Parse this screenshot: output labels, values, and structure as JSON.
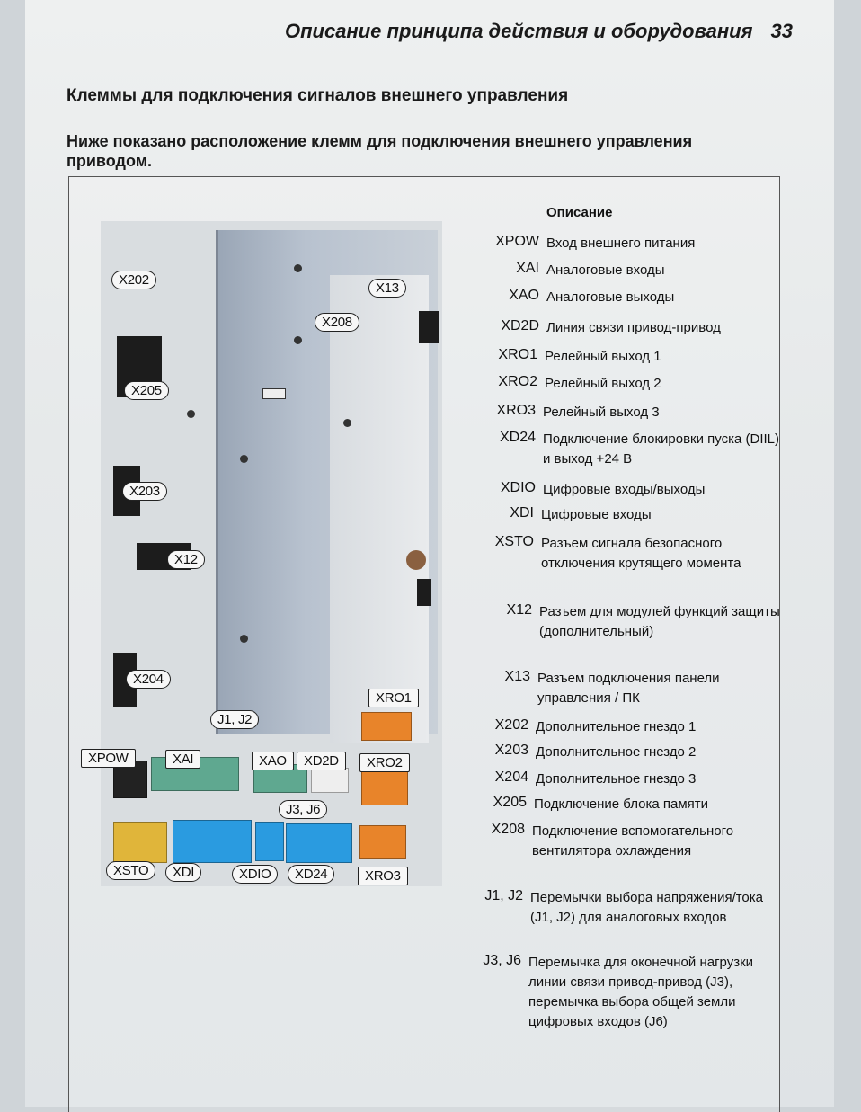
{
  "header": {
    "title": "Описание принципа действия и оборудования",
    "page_number": "33"
  },
  "section_title": "Клеммы для подключения сигналов внешнего управления",
  "intro": "Ниже показано расположение клемм для подключения внешнего управления приводом.",
  "table": {
    "heading": "Описание",
    "rows": [
      {
        "code": "XPOW",
        "text": "Вход внешнего питания"
      },
      {
        "code": "XAI",
        "text": "Аналоговые входы"
      },
      {
        "code": "XAO",
        "text": "Аналоговые выходы"
      },
      {
        "code": "XD2D",
        "text": "Линия связи привод-привод"
      },
      {
        "code": "XRO1",
        "text": "Релейный выход 1"
      },
      {
        "code": "XRO2",
        "text": "Релейный выход 2"
      },
      {
        "code": "XRO3",
        "text": "Релейный выход 3"
      },
      {
        "code": "XD24",
        "text": "Подключение блокировки пуска (DIIL) и выход +24 В"
      },
      {
        "code": "XDIO",
        "text": "Цифровые входы/выходы"
      },
      {
        "code": "XDI",
        "text": "Цифровые входы"
      },
      {
        "code": "XSTO",
        "text": "Разъем сигнала безопасного отключения крутящего момента"
      },
      {
        "code": "X12",
        "text": "Разъем для модулей функций защиты (дополнительный)"
      },
      {
        "code": "X13",
        "text": "Разъем подключения панели управления / ПК"
      },
      {
        "code": "X202",
        "text": "Дополнительное гнездо 1"
      },
      {
        "code": "X203",
        "text": "Дополнительное гнездо 2"
      },
      {
        "code": "X204",
        "text": "Дополнительное гнездо 3"
      },
      {
        "code": "X205",
        "text": "Подключение блока памяти"
      },
      {
        "code": "X208",
        "text": "Подключение вспомогательного вентилятора охлаждения"
      },
      {
        "code": "J1, J2",
        "text": "Перемычки выбора напряжения/тока (J1, J2) для аналоговых входов"
      },
      {
        "code": "J3, J6",
        "text": "Перемычка для оконечной нагрузки линии связи привод-привод (J3), перемычка выбора общей земли цифровых входов (J6)"
      }
    ]
  },
  "board_labels": {
    "x202": "X202",
    "x205": "X205",
    "x203": "X203",
    "x12": "X12",
    "x204": "X204",
    "x13": "X13",
    "x208": "X208",
    "xro1": "XRO1",
    "j1j2": "J1, J2",
    "xpow": "XPOW",
    "xai": "XAI",
    "xao": "XAO",
    "xd2d": "XD2D",
    "xro2": "XRO2",
    "j3j6": "J3, J6",
    "xsto": "XSTO",
    "xdi": "XDI",
    "xdio": "XDIO",
    "xd24": "XD24",
    "xro3": "XRO3"
  },
  "colors": {
    "relay_connector": "#e8842a",
    "analog_connector": "#5fa890",
    "digital_connector": "#2a9be0",
    "sto_connector": "#e0b53a"
  }
}
